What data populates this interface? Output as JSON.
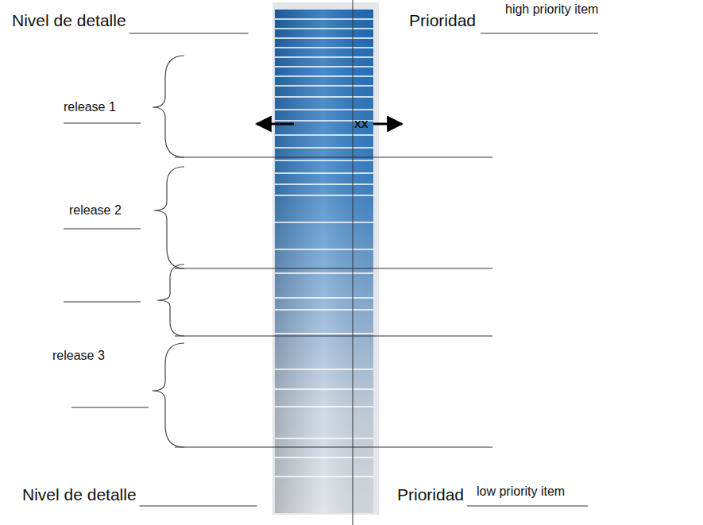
{
  "diagram": {
    "labels": [
      "Nivel de detalle",
      "Prioridad",
      "high priority item",
      "release 1",
      "XX",
      "release 2",
      "release 3",
      "Nivel de detalle",
      "Prioridad",
      "low priority item"
    ]
  }
}
